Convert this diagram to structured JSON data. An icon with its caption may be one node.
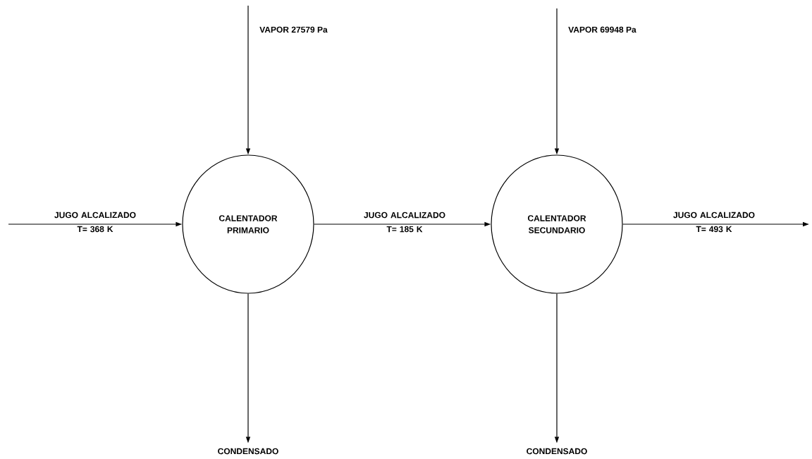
{
  "diagram": {
    "nodes": [
      {
        "text": [
          "CALENTADOR PRIMARIO"
        ]
      },
      {
        "text": [
          "CALENTADOR SECUNDARIO"
        ]
      },
      {
        "text": [
          "CONDENSADO"
        ]
      },
      {
        "text": [
          "CONDENSADO"
        ]
      }
    ],
    "edges": [
      {
        "from": null,
        "to": 0,
        "arrow": "to",
        "label": "JUGO ALCALIZADO T= 368 K"
      },
      {
        "from": null,
        "to": 0,
        "arrow": "to",
        "label": "VAPOR 27579 Pa"
      },
      {
        "from": 0,
        "to": 1,
        "arrow": "to",
        "label": "JUGO ALCALIZADO T= 185 K"
      },
      {
        "from": null,
        "to": 1,
        "arrow": "to",
        "label": "VAPOR 69948 Pa"
      },
      {
        "from": 1,
        "to": null,
        "arrow": "to",
        "label": "JUGO ALCALIZADO T= 493 K"
      },
      {
        "from": 0,
        "to": 2,
        "arrow": "to"
      },
      {
        "from": 1,
        "to": 3,
        "arrow": "to"
      }
    ]
  }
}
